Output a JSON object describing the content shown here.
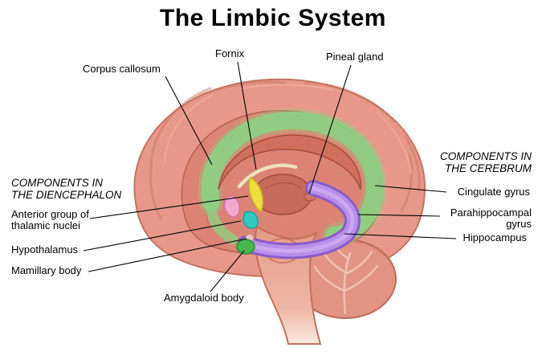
{
  "title": "The Limbic System",
  "sections": {
    "diencephalon_header": "COMPONENTS IN\nTHE DIENCEPHALON",
    "cerebrum_header": "COMPONENTS IN\nTHE CEREBRUM"
  },
  "labels": {
    "corpus_callosum": "Corpus callosum",
    "fornix": "Fornix",
    "pineal_gland": "Pineal gland",
    "cingulate_gyrus": "Cingulate gyrus",
    "parahippocampal_gyrus": "Parahippocampal\ngyrus",
    "hippocampus": "Hippocampus",
    "anterior_thalamic_nuclei": "Anterior group of\nthalamic nuclei",
    "hypothalamus": "Hypothalamus",
    "mamillary_body": "Mamillary body",
    "amygdaloid_body": "Amygdaloid body"
  },
  "structure_colors": {
    "brain_base": "#E7988A",
    "cingulate_gyrus_highlight": "#8BD383",
    "hippocampus_highlight": "#B88FE8",
    "thalamic_nuclei_highlight": "#EFDC3E",
    "hypothalamus_highlight": "#2FC9C2",
    "mamillary_pink_highlight": "#F4A8D0",
    "amygdala_highlight": "#47B64F"
  }
}
